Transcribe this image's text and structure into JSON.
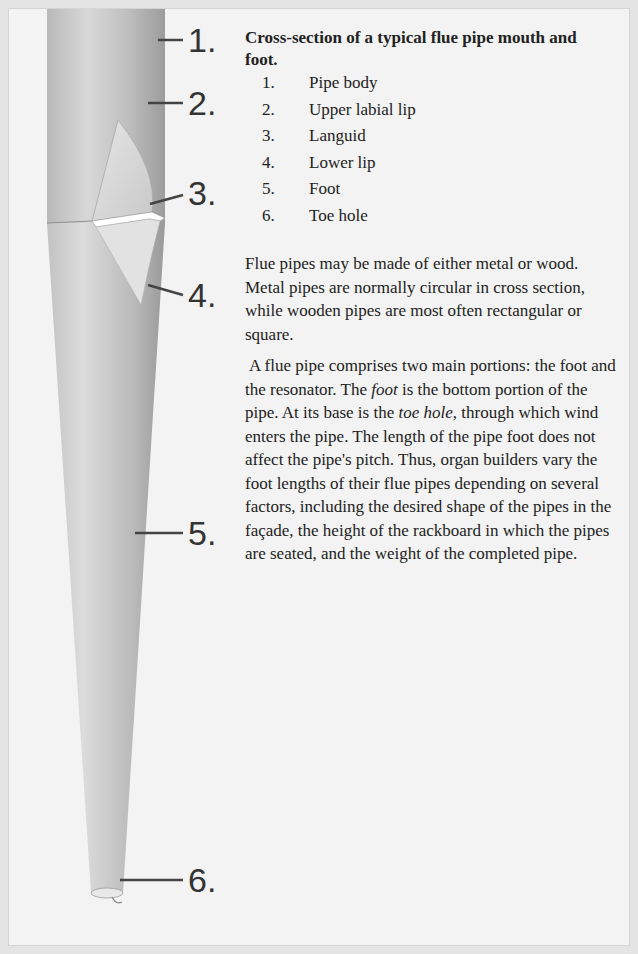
{
  "diagram": {
    "title": "Cross-section of a typical flue pipe mouth and foot.",
    "labels": [
      "1.",
      "2.",
      "3.",
      "4.",
      "5.",
      "6.",
      "1.",
      "Pipe body",
      "2.",
      "Upper labial lip",
      "3.",
      "Languid",
      "4.",
      "Lower lip",
      "5.",
      "Foot",
      "6.",
      "Toe hole",
      "Flue pipes may be made of either metal or wood. Metal pipes are normally circular in cross section, while wooden pipes are most often rectangular or square.",
      "A flue pipe comprises two main portions: the foot and the resonator. The",
      "foot",
      "is the bottom portion of the pipe. At its base is the",
      "toe hole",
      ", through which wind enters the pipe. The length of the pipe foot does not affect the pipe's pitch. Thus, organ builders vary the foot lengths of their flue pipes depending on several factors, including the desired shape of the pipes in the façade, the height of the rackboard in which the pipes are seated, and the weight of the completed pipe."
    ]
  }
}
